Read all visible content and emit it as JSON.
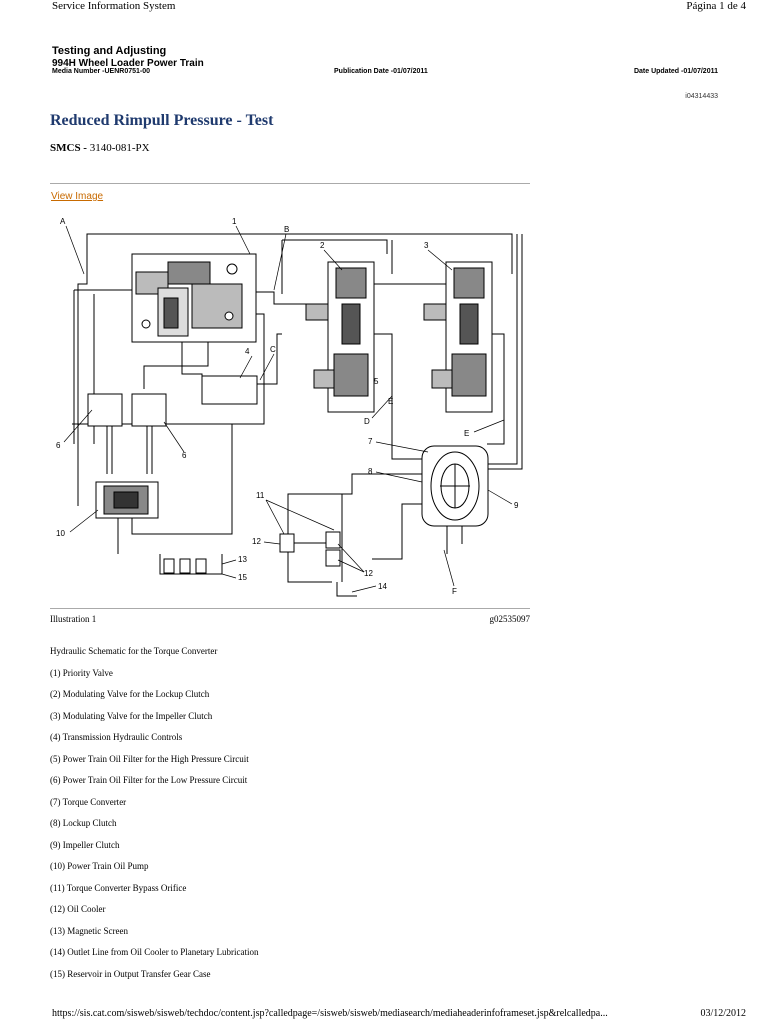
{
  "header": {
    "left": "Service Information System",
    "right": "Página 1 de 4"
  },
  "doc": {
    "type": "Testing and Adjusting",
    "model": "994H Wheel Loader Power Train",
    "media_number": "Media Number -UENR0751-00",
    "publication_date": "Publication Date -01/07/2011",
    "date_updated": "Date Updated -01/07/2011",
    "id": "i04314433",
    "title": "Reduced Rimpull Pressure - Test",
    "smcs_label": "SMCS -",
    "smcs_code": " 3140-081-PX",
    "view_image": "View Image"
  },
  "schematic": {
    "callouts": [
      "A",
      "1",
      "B",
      "2",
      "3",
      "4",
      "C",
      "5",
      "6",
      "6",
      "D",
      "E",
      "E",
      "7",
      "8",
      "9",
      "10",
      "11",
      "12",
      "12",
      "13",
      "14",
      "15",
      "F"
    ]
  },
  "illustration": {
    "label": "Illustration 1",
    "ref": "g02535097"
  },
  "legend": {
    "caption": "Hydraulic Schematic for the Torque Converter",
    "items": [
      "(1) Priority Valve",
      "(2) Modulating Valve for the Lockup Clutch",
      "(3) Modulating Valve for the Impeller Clutch",
      "(4) Transmission Hydraulic Controls",
      "(5) Power Train Oil Filter for the High Pressure Circuit",
      "(6) Power Train Oil Filter for the Low Pressure Circuit",
      "(7) Torque Converter",
      "(8) Lockup Clutch",
      "(9) Impeller Clutch",
      "(10) Power Train Oil Pump",
      "(11) Torque Converter Bypass Orifice",
      "(12) Oil Cooler",
      "(13) Magnetic Screen",
      "(14) Outlet Line from Oil Cooler to Planetary Lubrication",
      "(15) Reservoir in Output Transfer Gear Case"
    ]
  },
  "footer": {
    "url": "https://sis.cat.com/sisweb/sisweb/techdoc/content.jsp?calledpage=/sisweb/sisweb/mediasearch/mediaheaderinfoframeset.jsp&relcalledpa...",
    "date": "03/12/2012"
  }
}
